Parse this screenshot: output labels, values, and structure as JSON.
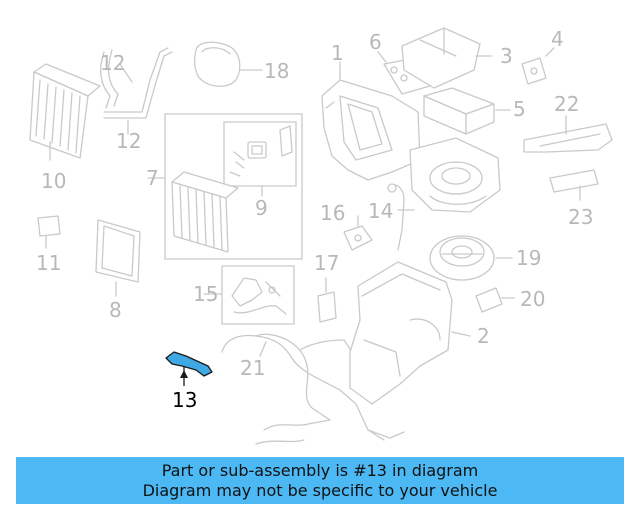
{
  "diagram": {
    "labels": {
      "p1": "1",
      "p2": "2",
      "p3": "3",
      "p4": "4",
      "p5": "5",
      "p6": "6",
      "p7": "7",
      "p8": "8",
      "p9": "9",
      "p10": "10",
      "p11": "11",
      "p12a": "12",
      "p12b": "12",
      "p13": "13",
      "p14": "14",
      "p15": "15",
      "p16": "16",
      "p17": "17",
      "p18": "18",
      "p19": "19",
      "p20": "20",
      "p21": "21",
      "p22": "22",
      "p23": "23"
    },
    "highlight_color": "#3fa9e6",
    "line_color": "#c9c9c9"
  },
  "banner": {
    "line1": "Part or sub-assembly is #13 in diagram",
    "line2": "Diagram may not be specific to your vehicle",
    "background": "#4cb8f4"
  }
}
